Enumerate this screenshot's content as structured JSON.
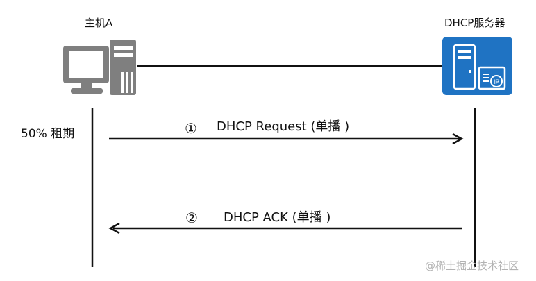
{
  "host": {
    "label": "主机A",
    "icon": "desktop-computer-icon",
    "color": "#7f7f7f"
  },
  "server": {
    "label": "DHCP服务器",
    "icon": "dhcp-server-icon",
    "badge_text": "IP",
    "color": "#1f73c3"
  },
  "host_note": "50% 租期",
  "messages": [
    {
      "step": "①",
      "text": "DHCP Request (单播 )",
      "direction": "host-to-server"
    },
    {
      "step": "②",
      "text": "DHCP ACK (单播 )",
      "direction": "server-to-host"
    }
  ],
  "watermark": "@稀土掘金技术社区"
}
